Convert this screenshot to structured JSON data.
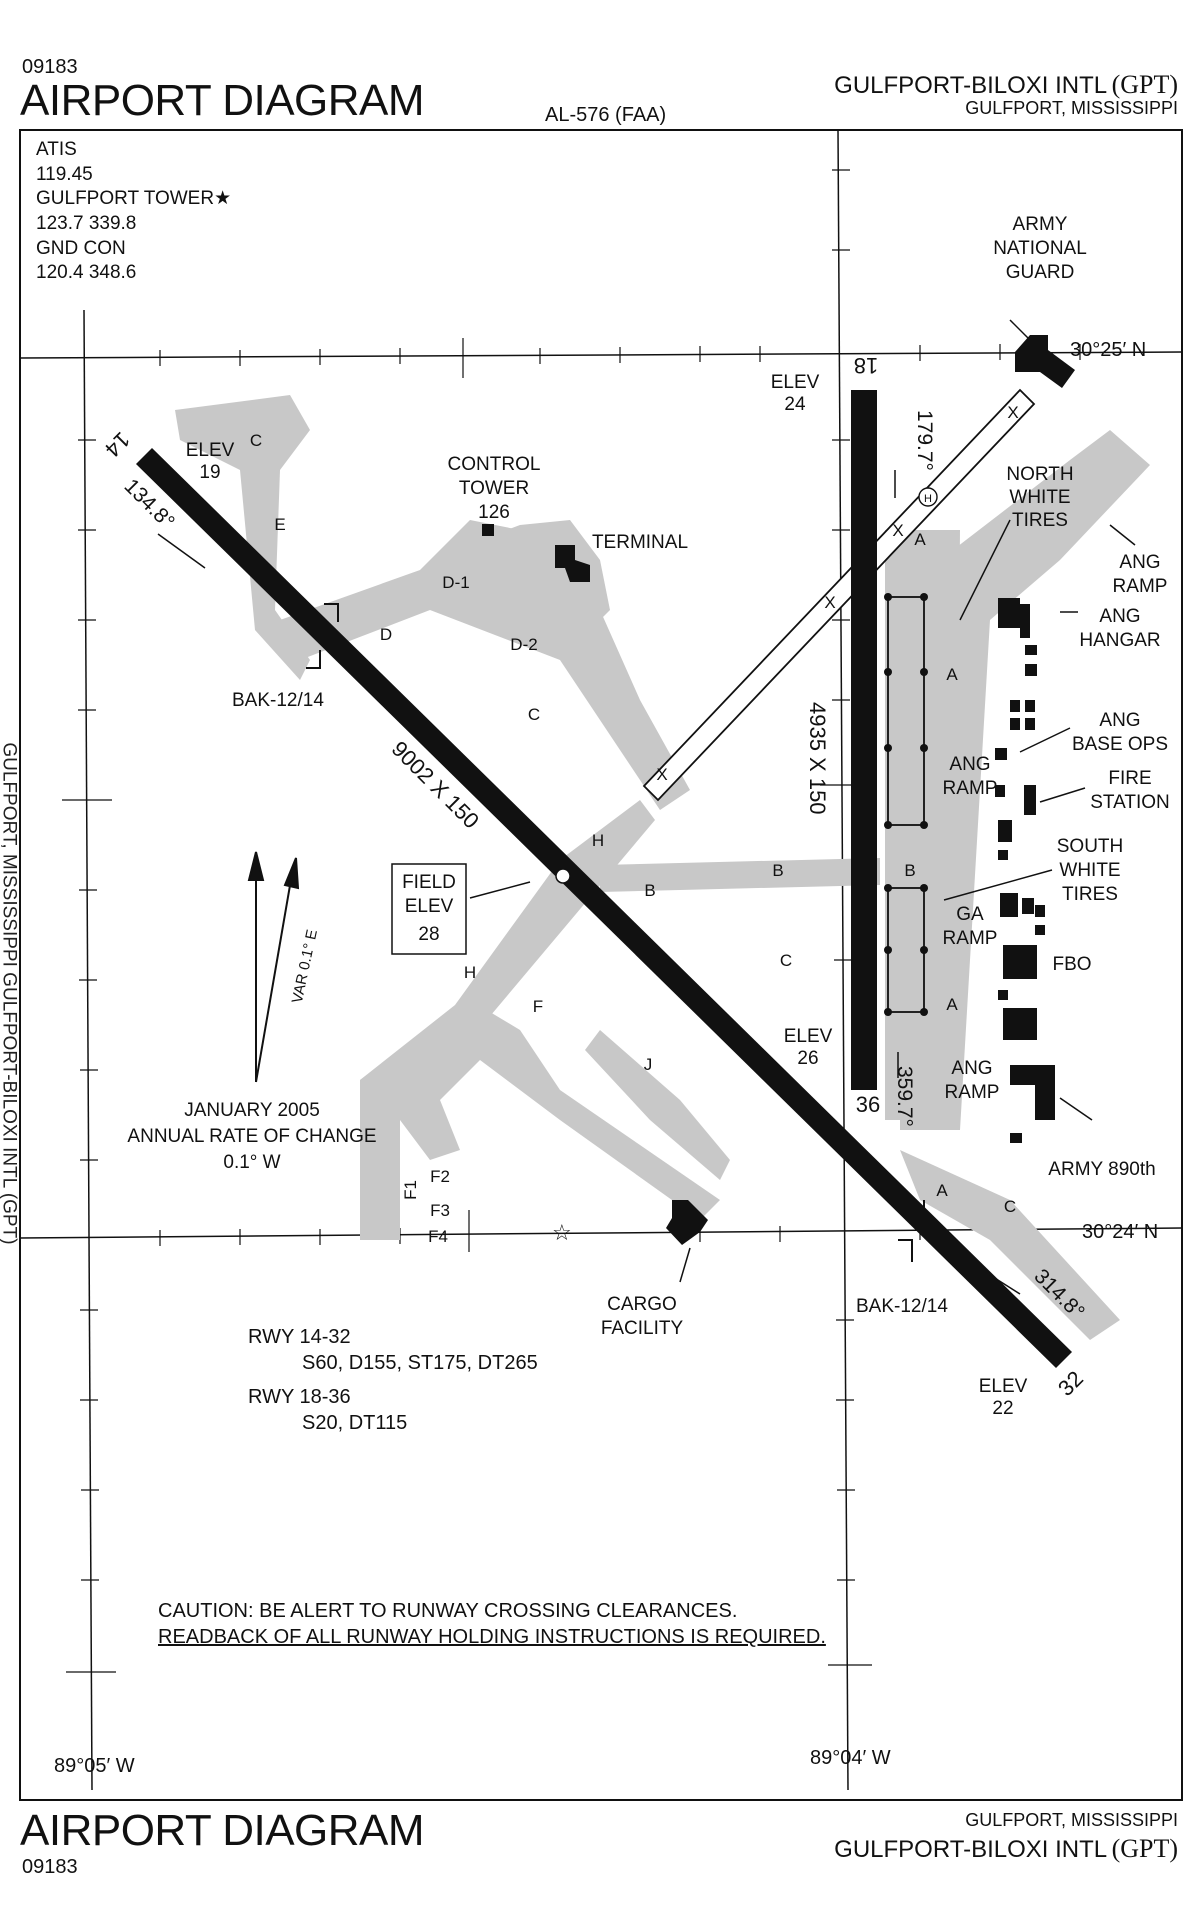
{
  "header": {
    "chart_number": "09183",
    "title": "AIRPORT DIAGRAM",
    "procedure_id": "AL-576 (FAA)",
    "airport_name": "GULFPORT-BILOXI INTL",
    "airport_code": "(GPT)",
    "city_state": "GULFPORT, MISSISSIPPI"
  },
  "footer": {
    "title": "AIRPORT DIAGRAM",
    "chart_number": "09183",
    "city_state": "GULFPORT, MISSISSIPPI",
    "airport_name": "GULFPORT-BILOXI INTL",
    "airport_code": "(GPT)"
  },
  "frequencies": [
    {
      "name": "ATIS",
      "value": "119.45"
    },
    {
      "name": "GULFPORT TOWER",
      "value": "123.7  339.8"
    },
    {
      "name": "GND CON",
      "value": "120.4  348.6"
    }
  ],
  "coordinates": {
    "lat_north": "30°25′ N",
    "lat_south": "30°24′ N",
    "lon_west": "89°05′ W",
    "lon_east": "89°04′ W"
  },
  "runways": {
    "rwy14_label": "14",
    "rwy32_label": "32",
    "rwy18_label": "18",
    "rwy36_label": "36",
    "rwy14_32_dims": "9002 X 150",
    "rwy18_36_dims": "4935 X 150",
    "rwy14_heading": "134.8°",
    "rwy32_heading": "314.8°",
    "rwy18_heading": "179.7°",
    "rwy36_heading": "359.7°",
    "arrest_gear_nw": "BAK-12/14",
    "arrest_gear_se": "BAK-12/14"
  },
  "elevations": {
    "elev14_label": "ELEV",
    "elev14_value": "19",
    "elev18_label": "ELEV",
    "elev18_value": "24",
    "elev36_label": "ELEV",
    "elev36_value": "26",
    "elev32_label": "ELEV",
    "elev32_value": "22",
    "field_line1": "FIELD",
    "field_line2": "ELEV",
    "field_value": "28"
  },
  "labels": {
    "control_tower_1": "CONTROL",
    "control_tower_2": "TOWER",
    "control_tower_3": "126",
    "terminal": "TERMINAL",
    "army_ng_1": "ARMY",
    "army_ng_2": "NATIONAL",
    "army_ng_3": "GUARD",
    "north_wt_1": "NORTH",
    "north_wt_2": "WHITE",
    "north_wt_3": "TIRES",
    "ang_ramp_ne_1": "ANG",
    "ang_ramp_ne_2": "RAMP",
    "ang_hangar_1": "ANG",
    "ang_hangar_2": "HANGAR",
    "ang_baseops_1": "ANG",
    "ang_baseops_2": "BASE OPS",
    "fire_1": "FIRE",
    "fire_2": "STATION",
    "ang_ramp_mid_1": "ANG",
    "ang_ramp_mid_2": "RAMP",
    "south_wt_1": "SOUTH",
    "south_wt_2": "WHITE",
    "south_wt_3": "TIRES",
    "ga_ramp_1": "GA",
    "ga_ramp_2": "RAMP",
    "fbo": "FBO",
    "ang_ramp_s_1": "ANG",
    "ang_ramp_s_2": "RAMP",
    "army890": "ARMY 890th",
    "cargo_1": "CARGO",
    "cargo_2": "FACILITY"
  },
  "taxiways": {
    "c": "C",
    "e": "E",
    "d": "D",
    "d1": "D-1",
    "d2": "D-2",
    "h": "H",
    "b": "B",
    "a": "A",
    "f": "F",
    "j": "J",
    "x": "X",
    "f1": "F1",
    "f2": "F2",
    "f3": "F3",
    "f4": "F4"
  },
  "variation": {
    "text": "VAR 0.1° E",
    "date": "JANUARY 2005",
    "rate_label": "ANNUAL RATE OF CHANGE",
    "rate_value": "0.1° W"
  },
  "strength": {
    "rwy1": "RWY  14-32",
    "rwy1_values": "S60, D155, ST175, DT265",
    "rwy2": "RWY  18-36",
    "rwy2_values": "S20, DT115"
  },
  "caution": {
    "line1": "CAUTION:  BE ALERT TO RUNWAY CROSSING CLEARANCES.",
    "line2": "READBACK OF ALL RUNWAY HOLDING INSTRUCTIONS IS REQUIRED."
  },
  "side_margin_text": "GULFPORT, MISSISSIPPI  GULFPORT-BILOXI INTL (GPT)"
}
